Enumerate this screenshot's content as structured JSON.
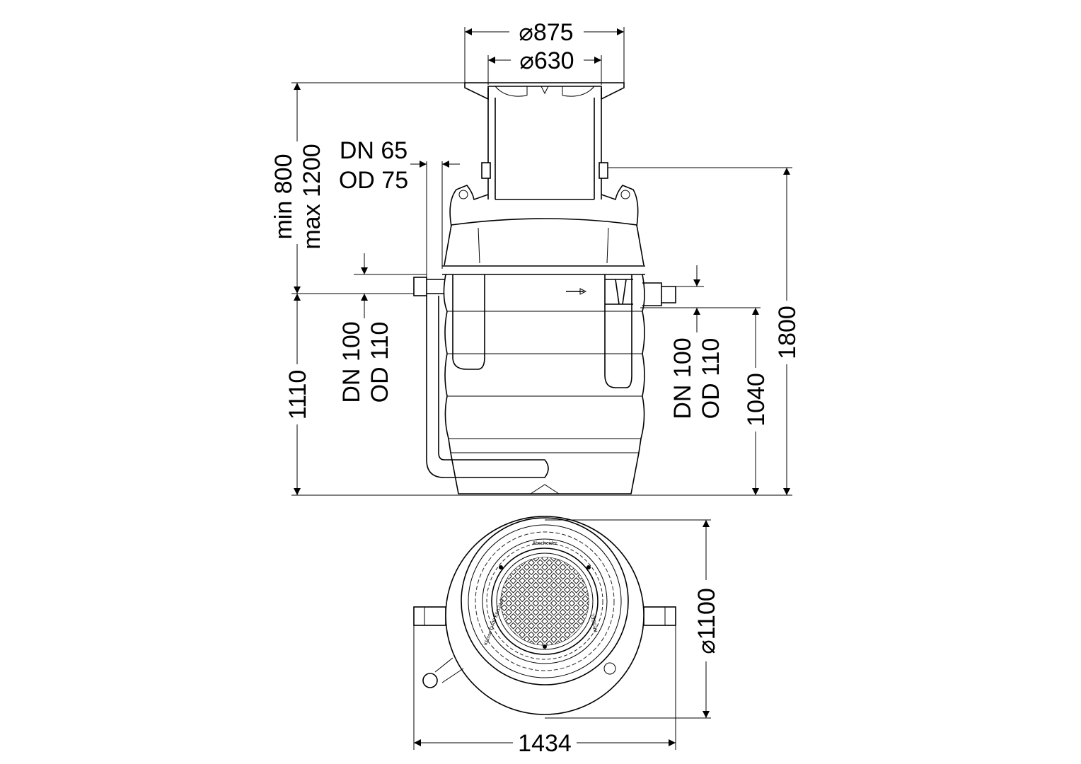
{
  "title": "Separator technical drawing",
  "dimensions": {
    "outer_cover_diameter": "⌀875",
    "inner_cover_diameter": "⌀630",
    "cover_depth_min": "min 800",
    "cover_depth_max": "max 1200",
    "vent_dn": "DN 65",
    "vent_od": "OD 75",
    "inlet_height": "1110",
    "inlet_dn": "DN 100",
    "inlet_od": "OD 110",
    "outlet_dn": "DN 100",
    "outlet_od": "OD 110",
    "outlet_height": "1040",
    "total_height": "1800",
    "body_diameter": "⌀1100",
    "total_width": "1434"
  },
  "cover": {
    "label": "Abscheider",
    "class": "Klasse D400 EN124-2",
    "brand": "KESSEL"
  },
  "colors": {
    "line": "#000000",
    "background": "#ffffff"
  }
}
